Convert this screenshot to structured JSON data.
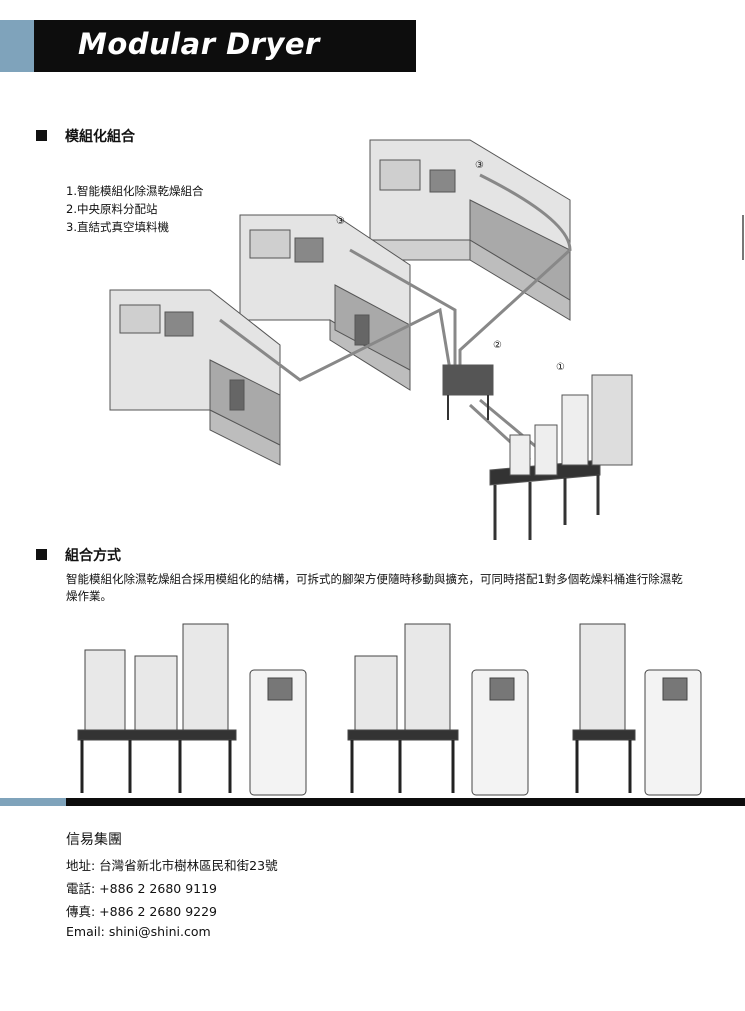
{
  "header": {
    "title": "Modular Dryer"
  },
  "section1": {
    "heading": "模組化組合",
    "items": [
      "1.智能模組化除濕乾燥組合",
      "2.中央原料分配站",
      "3.直結式真空填料機"
    ],
    "callouts": [
      "①",
      "②",
      "③",
      "③"
    ]
  },
  "section2": {
    "heading": "組合方式",
    "description": "智能模組化除濕乾燥組合採用模組化的結構，可拆式的腳架方便隨時移動與擴充，可同時搭配1對多個乾燥料桶進行除濕乾燥作業。"
  },
  "footer": {
    "company": "信易集團",
    "address": "地址: 台灣省新北市樹林區民和街23號",
    "phone": "電話: +886 2 2680 9119",
    "fax": "傳真: +886 2 2680 9229",
    "email": "Email: shini@shini.com"
  }
}
